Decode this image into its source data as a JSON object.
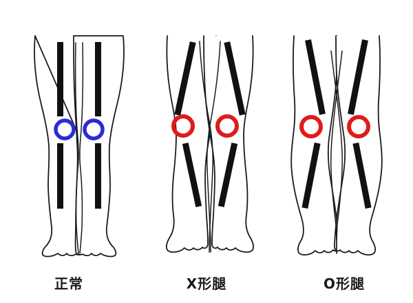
{
  "diagram": {
    "title_visible": false,
    "background_color": "#ffffff",
    "outline_color": "#1a1a1a",
    "bar_color": "#111111",
    "panels": [
      {
        "id": "normal",
        "caption": "正常",
        "marker_color": "#2b2bd4",
        "marker_name": "blue-knee-circle",
        "knee_alignment": "straight",
        "thigh_bar_angle_deg": 0,
        "shin_bar_angle_deg": 0
      },
      {
        "id": "knock-knees",
        "caption": "X形腿",
        "marker_color": "#e01b1b",
        "marker_name": "red-knee-circle",
        "knee_alignment": "valgus",
        "thigh_bar_angle_deg": 12,
        "shin_bar_angle_deg": -12
      },
      {
        "id": "bow-legs",
        "caption": "O形腿",
        "marker_color": "#e01b1b",
        "marker_name": "red-knee-circle",
        "knee_alignment": "varus",
        "thigh_bar_angle_deg": -11,
        "shin_bar_angle_deg": 11
      }
    ]
  }
}
